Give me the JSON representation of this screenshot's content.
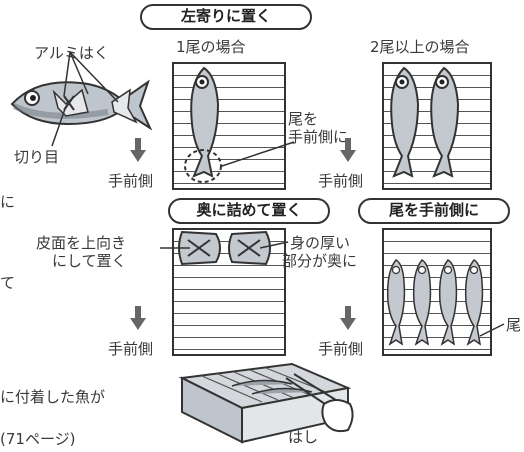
{
  "headers": {
    "left_aligned": "左寄りに置く",
    "pack_back": "奥に詰めて置く",
    "tail_front": "尾を手前側に"
  },
  "labels": {
    "foil": "アルミはく",
    "cut": "切り目",
    "one_fish": "1尾の場合",
    "two_plus": "2尾以上の場合",
    "tail_toward_1": "尾を",
    "tail_toward_2": "手前側に",
    "front_1": "手前側",
    "front_2": "手前側",
    "front_3": "手前側",
    "front_4": "手前側",
    "skin_up_1": "皮面を上向き",
    "skin_up_2": "にして置く",
    "thick_1": "身の厚い",
    "thick_2": "部分が奥に",
    "tail": "尾",
    "chopsticks": "はし"
  },
  "left_fragments": {
    "f1": "に",
    "f2": "て",
    "f3": "に付着した魚が",
    "f4": "(71ページ)"
  },
  "icons": [
    "fish-icon",
    "down-arrow-icon",
    "grill-tray-icon",
    "fillet-icon",
    "hand-chopsticks-icon"
  ]
}
